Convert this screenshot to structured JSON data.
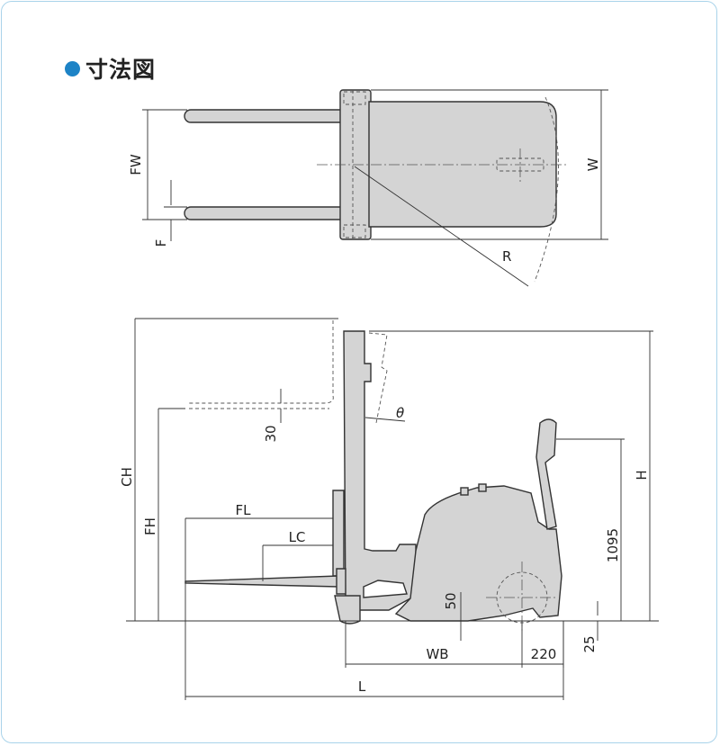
{
  "heading": {
    "text": "寸法図",
    "bullet_color": "#1d83c6"
  },
  "labels": {
    "fw": "FW",
    "f": "F",
    "w": "W",
    "r": "R",
    "ch": "CH",
    "fh": "FH",
    "fl": "FL",
    "lc": "LC",
    "thirty": "30",
    "theta": "θ",
    "h": "H",
    "height_1095": "1095",
    "fifty": "50",
    "wb": "WB",
    "two_twenty": "220",
    "twenty_five": "25",
    "l": "L"
  },
  "colors": {
    "frame_border": "#a9d3ea",
    "body_fill": "#d4d4d4",
    "line": "#333333"
  }
}
